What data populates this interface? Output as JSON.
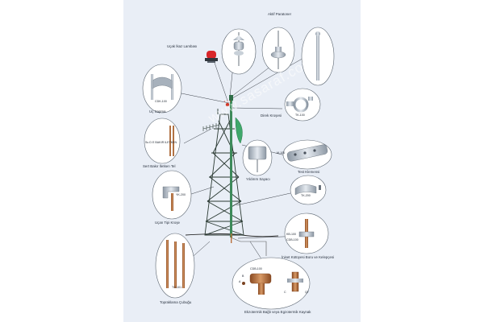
{
  "labels": {
    "aktif": "Aktif Paratoner",
    "ucak": "Uçak İkaz Lambası",
    "uc": "Uç Sapma",
    "direk": "Direk Kroşesi",
    "sert": "Sert Bakır İletken Tel",
    "test": "Test Klemensi",
    "sayac": "Yıldırım Sayacı",
    "ucan": "Uçan Tipi Kroşe",
    "iniset": "İniset Kütüyesi Boru ve Kelepçesi",
    "toprak": "Topraklama Çubuğu",
    "ekzo": "Ekzotermik Bağlı veya Egzotermik Kaynak"
  },
  "codes": {
    "cdk100": "CDK-100",
    "sert_code": "Su D E BAKIR ILETKEN",
    "tk100": "TK-100",
    "yk200": "YK-200",
    "tk200": "TK-200",
    "kb100": "KB-100",
    "cdb": "CDB-100",
    "cdb2": "CDB-100",
    "tg101": "TG-101",
    "m100": "M-100",
    "a1": "A",
    "a2": "B",
    "a3": "C",
    "q7": "Q7"
  },
  "watermark": "www.sasaraf.com",
  "colors": {
    "panel": "#e9eef6",
    "tower": "#2b3a33",
    "copper": "#b86e3a",
    "leader": "#3a3f47",
    "mast": "#3d8a5a",
    "dish": "#3fa86b"
  }
}
